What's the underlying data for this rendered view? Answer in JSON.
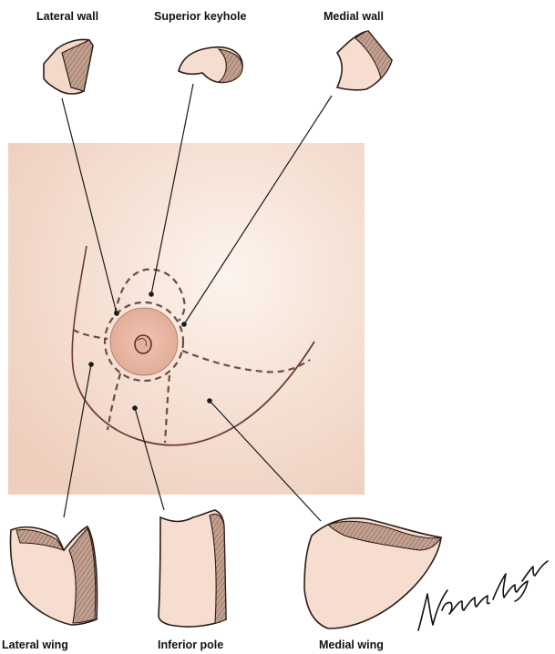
{
  "labels": {
    "lateral_wall": "Lateral wall",
    "superior_keyhole": "Superior keyhole",
    "medial_wall": "Medial wall",
    "lateral_wing": "Lateral wing",
    "inferior_pole": "Inferior pole",
    "medial_wing": "Medial wing"
  },
  "signature_text": "Yunxia Liang, MD",
  "colors": {
    "skin_background": "#f3dccd",
    "skin_highlight": "#fcf1ea",
    "areola": "#e8b7a4",
    "outline": "#6b3d32",
    "dashed_line": "#6f4a42",
    "leader_line": "#1a1a1a",
    "fragment_fill": "#f6ddd0",
    "fragment_cut_face": "#b79383"
  },
  "icons": {
    "signature": "handwritten-signature"
  }
}
